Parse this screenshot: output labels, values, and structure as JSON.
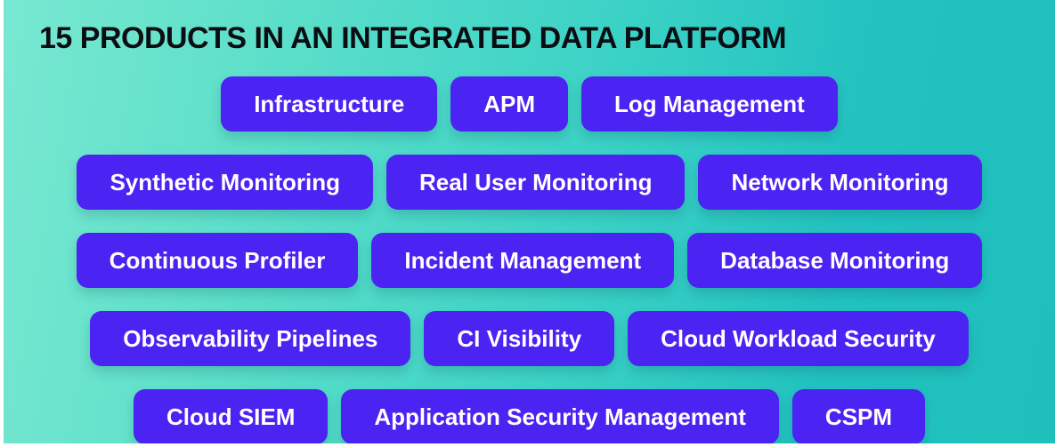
{
  "title": "15 PRODUCTS IN AN INTEGRATED DATA PLATFORM",
  "colors": {
    "background_gradient_start": "#78e8d1",
    "background_gradient_end": "#1fbfbc",
    "pill_background": "#4b23f2",
    "pill_text": "#ffffff",
    "title_text": "#0c0d12",
    "frame_border": "#ffffff"
  },
  "product_rows": [
    [
      "Infrastructure",
      "APM",
      "Log Management"
    ],
    [
      "Synthetic Monitoring",
      "Real User Monitoring",
      "Network Monitoring"
    ],
    [
      "Continuous Profiler",
      "Incident Management",
      "Database Monitoring"
    ],
    [
      "Observability Pipelines",
      "CI Visibility",
      "Cloud Workload Security"
    ],
    [
      "Cloud SIEM",
      "Application Security Management",
      "CSPM"
    ]
  ]
}
